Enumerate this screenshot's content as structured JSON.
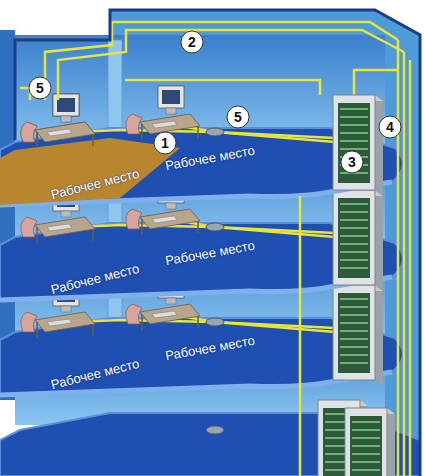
{
  "diagram": {
    "labels": [
      "2",
      "5",
      "5",
      "1",
      "4",
      "3",
      "Рабочее место",
      "Рабочее место",
      "Рабочее место",
      "Рабочее место",
      "Рабочее место",
      "Рабочее место"
    ]
  }
}
